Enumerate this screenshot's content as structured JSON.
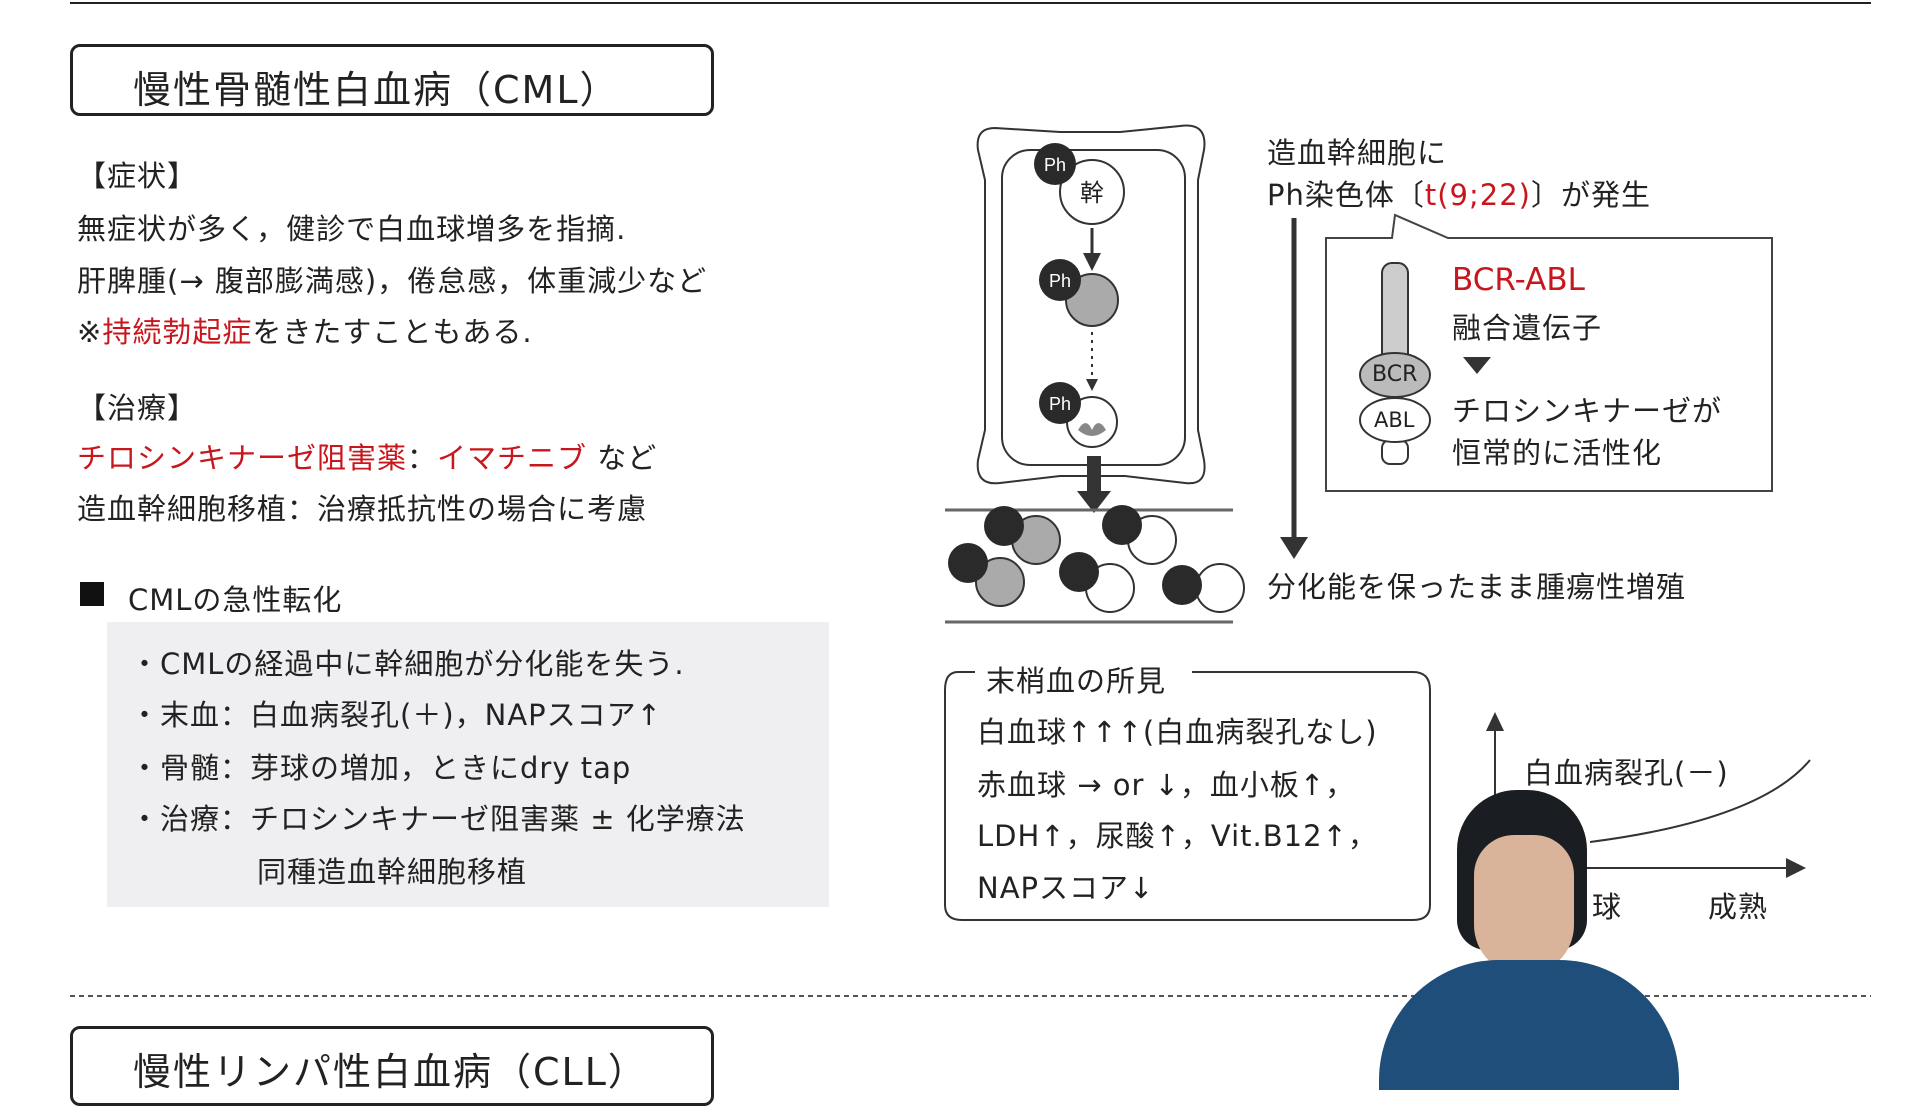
{
  "cml": {
    "title": "慢性骨髄性白血病（CML）",
    "symptoms": {
      "heading": "【症状】",
      "lines": [
        "無症状が多く，健診で白血球増多を指摘.",
        "肝脾腫(→ 腹部膨満感)，倦怠感，体重減少など"
      ],
      "note_prefix": "※",
      "note_red": "持続勃起症",
      "note_suffix": "をきたすこともある."
    },
    "treatment": {
      "heading": "【治療】",
      "drug_class": "チロシンキナーゼ阻害薬",
      "colon": "：",
      "drug": "イマチニブ",
      "drug_suffix": " など",
      "line2": "造血幹細胞移植：治療抵抗性の場合に考慮"
    },
    "blast_crisis": {
      "heading": "CMLの急性転化",
      "bullets": [
        "・CMLの経過中に幹細胞が分化能を失う.",
        "・末血：白血病裂孔(＋)，NAPスコア↑",
        "・骨髄：芽球の増加，ときにdry tap",
        "・治療：チロシンキナーゼ阻害薬 ± 化学療法"
      ],
      "continuation": "同種造血幹細胞移植"
    }
  },
  "diagram": {
    "ph_label": "Ph",
    "stem_label": "幹",
    "caption1": "造血幹細胞に",
    "caption2_prefix": "Ph染色体〔",
    "caption2_red": "t(9;22)",
    "caption2_suffix": "〕が発生",
    "fusion_red": "BCR-ABL",
    "fusion_label": "融合遺伝子",
    "bcr": "BCR",
    "abl": "ABL",
    "effect_line1": "チロシンキナーゼが",
    "effect_line2": "恒常的に活性化",
    "result": "分化能を保ったまま腫瘍性増殖"
  },
  "peripheral": {
    "heading": "末梢血の所見",
    "lines": [
      "白血球↑↑↑(白血病裂孔なし)",
      "赤血球 → or ↓，血小板↑，",
      "LDH↑，尿酸↑，Vit.B12↑，",
      "NAPスコア↓"
    ]
  },
  "graph": {
    "curve_label": "白血病裂孔(－)",
    "x_left_label": "球",
    "x_right_label": "成熟"
  },
  "cll": {
    "title": "慢性リンパ性白血病（CLL）"
  },
  "colors": {
    "accent_red": "#c8161d",
    "box_gray": "#efeef0"
  }
}
